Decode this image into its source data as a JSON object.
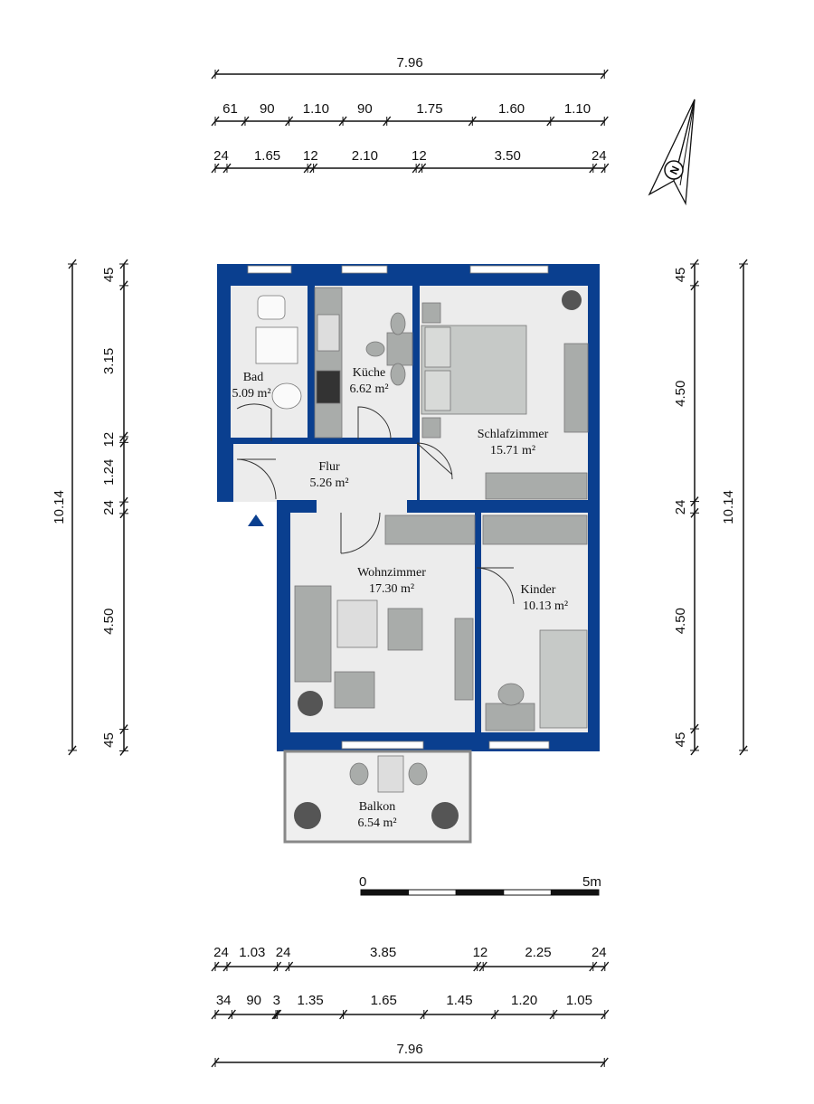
{
  "colors": {
    "wall": "#0a3f8f",
    "floor": "#ececec",
    "furniture": "#a9acaa",
    "dimension": "#111111"
  },
  "dimensions": {
    "top": {
      "overall": "7.96",
      "row1": [
        "61",
        "90",
        "1.10",
        "90",
        "1.75",
        "1.60",
        "1.10"
      ],
      "row2": [
        "24",
        "1.65",
        "12",
        "2.10",
        "12",
        "3.50",
        "24"
      ]
    },
    "bottom": {
      "row1": [
        "24",
        "1.03",
        "24",
        "3.85",
        "12",
        "2.25",
        "24"
      ],
      "row2": [
        "34",
        "90",
        "3",
        "1.35",
        "1.65",
        "1.45",
        "1.20",
        "1.05"
      ],
      "overall": "7.96"
    },
    "left": {
      "overall": "10.14",
      "chain": [
        "45",
        "3.15",
        "12",
        "1.24",
        "24",
        "4.50",
        "45"
      ]
    },
    "right": {
      "overall": "10.14",
      "chain": [
        "45",
        "4.50",
        "24",
        "4.50",
        "45"
      ]
    }
  },
  "rooms": [
    {
      "name": "Bad",
      "area": "5.09 m²"
    },
    {
      "name": "Küche",
      "area": "6.62 m²"
    },
    {
      "name": "Schlafzimmer",
      "area": "15.71 m²"
    },
    {
      "name": "Flur",
      "area": "5.26 m²"
    },
    {
      "name": "Wohnzimmer",
      "area": "17.30 m²"
    },
    {
      "name": "Kinder",
      "area": "10.13 m²"
    },
    {
      "name": "Balkon",
      "area": "6.54 m²"
    }
  ],
  "scale_bar": {
    "start": "0",
    "end": "5m",
    "segments": 5
  },
  "north_arrow": {
    "label": "N"
  }
}
